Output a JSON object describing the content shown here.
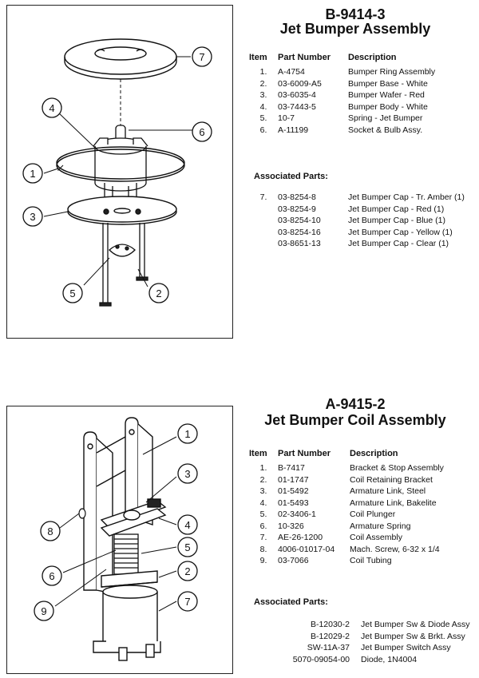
{
  "top": {
    "code": "B-9414-3",
    "title": "Jet Bumper Assembly",
    "headers": {
      "item": "Item",
      "part": "Part Number",
      "desc": "Description"
    },
    "rows": [
      {
        "item": "1.",
        "part": "A-4754",
        "desc": "Bumper Ring Assembly"
      },
      {
        "item": "2.",
        "part": "03-6009-A5",
        "desc": "Bumper Base - White"
      },
      {
        "item": "3.",
        "part": "03-6035-4",
        "desc": "Bumper Wafer - Red"
      },
      {
        "item": "4.",
        "part": "03-7443-5",
        "desc": "Bumper Body - White"
      },
      {
        "item": "5.",
        "part": "10-7",
        "desc": "Spring - Jet Bumper"
      },
      {
        "item": "6.",
        "part": "A-11199",
        "desc": "Socket & Bulb Assy."
      }
    ],
    "assoc_heading": "Associated Parts:",
    "assoc_rows": [
      {
        "item": "7.",
        "part": "03-8254-8",
        "desc": "Jet Bumper Cap - Tr. Amber (1)"
      },
      {
        "item": "",
        "part": "03-8254-9",
        "desc": "Jet Bumper Cap - Red (1)"
      },
      {
        "item": "",
        "part": "03-8254-10",
        "desc": "Jet Bumper Cap - Blue (1)"
      },
      {
        "item": "",
        "part": "03-8254-16",
        "desc": "Jet Bumper Cap - Yellow (1)"
      },
      {
        "item": "",
        "part": "03-8651-13",
        "desc": "Jet Bumper Cap -  Clear (1)"
      }
    ],
    "callouts": [
      "1",
      "2",
      "3",
      "4",
      "5",
      "6",
      "7"
    ]
  },
  "bottom": {
    "code": "A-9415-2",
    "title": "Jet Bumper Coil Assembly",
    "headers": {
      "item": "Item",
      "part": "Part Number",
      "desc": "Description"
    },
    "rows": [
      {
        "item": "1.",
        "part": "B-7417",
        "desc": "Bracket & Stop Assembly"
      },
      {
        "item": "2.",
        "part": "01-1747",
        "desc": "Coil Retaining Bracket"
      },
      {
        "item": "3.",
        "part": "01-5492",
        "desc": "Armature Link, Steel"
      },
      {
        "item": "4.",
        "part": "01-5493",
        "desc": "Armature Link, Bakelite"
      },
      {
        "item": "5.",
        "part": "02-3406-1",
        "desc": "Coil Plunger"
      },
      {
        "item": "6.",
        "part": "10-326",
        "desc": "Armature Spring"
      },
      {
        "item": "7.",
        "part": "AE-26-1200",
        "desc": "Coil Assembly"
      },
      {
        "item": "8.",
        "part": "4006-01017-04",
        "desc": "Mach. Screw, 6-32 x 1/4"
      },
      {
        "item": "9.",
        "part": "03-7066",
        "desc": "Coil Tubing"
      }
    ],
    "assoc_heading": "Associated Parts:",
    "assoc_rows": [
      {
        "part": "B-12030-2",
        "desc": "Jet Bumper Sw & Diode Assy"
      },
      {
        "part": "B-12029-2",
        "desc": "Jet Bumper Sw & Brkt. Assy"
      },
      {
        "part": "SW-11A-37",
        "desc": "Jet Bumper Switch Assy"
      },
      {
        "part": "5070-09054-00",
        "desc": "Diode, 1N4004"
      }
    ],
    "callouts": [
      "1",
      "2",
      "3",
      "4",
      "5",
      "6",
      "7",
      "8",
      "9"
    ]
  }
}
